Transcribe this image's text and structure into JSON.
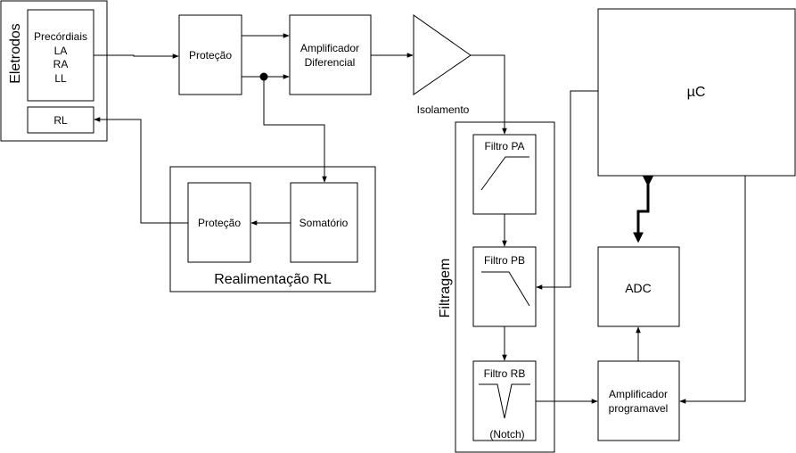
{
  "groups": {
    "eletrodos": "Eletrodos",
    "realimentacao": "Realimentação RL",
    "filtragem": "Filtragem"
  },
  "blocks": {
    "precordiais": [
      "Precórdiais",
      "LA",
      "RA",
      "LL"
    ],
    "rl": "RL",
    "protecao_in": "Proteção",
    "amp_diff": [
      "Amplificador",
      "Diferencial"
    ],
    "isolamento": "Isolamento",
    "protecao_fb": "Proteção",
    "somatorio": "Somatório",
    "filtro_pa": "Filtro PA",
    "filtro_pb": "Filtro PB",
    "filtro_rb": "Filtro RB",
    "notch": "(Notch)",
    "amp_prog": [
      "Amplificador",
      "programavel"
    ],
    "adc": "ADC",
    "uc": "µC"
  }
}
